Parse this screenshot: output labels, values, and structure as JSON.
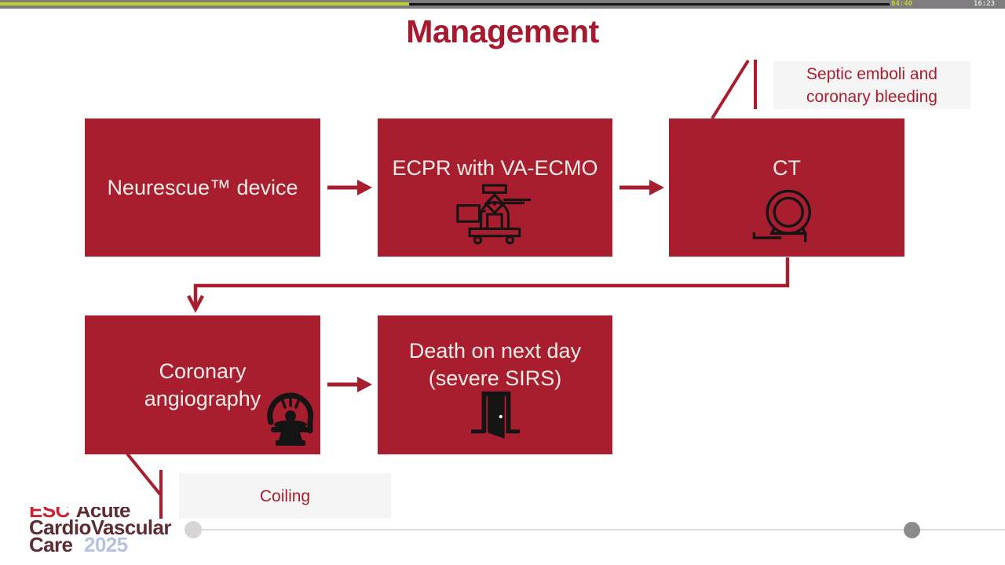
{
  "player": {
    "elapsed": "04:40",
    "duration": "16:23"
  },
  "slide": {
    "title": "Management",
    "flow": {
      "neurescue": {
        "label": "Neurescue™ device"
      },
      "ecpr": {
        "label": "ECPR with VA-ECMO",
        "icon": "ecmo-machine"
      },
      "ct": {
        "label": "CT",
        "icon": "ct-scanner"
      },
      "angio": {
        "label": "Coronary\nangiography",
        "icon": "angiography-table"
      },
      "death": {
        "label": "Death on next day\n(severe SIRS)",
        "icon": "open-door"
      }
    },
    "callouts": {
      "septic": {
        "label": "Septic emboli and\ncoronary bleeding"
      },
      "coiling": {
        "label": "Coiling"
      }
    }
  },
  "logo": {
    "brand": "ESC",
    "product": "Acute",
    "line2": "CardioVascular",
    "line3": "Care",
    "year": "2025"
  },
  "colors": {
    "accent_red": "#a81e2e",
    "title_red": "#a6192e",
    "progress_green": "#c1d130",
    "topbar_gray": "#7f7d80",
    "callout_bg": "#f6f5f5",
    "logo_maroon": "#5e2d34",
    "logo_year_blue": "#b7c1e0"
  }
}
